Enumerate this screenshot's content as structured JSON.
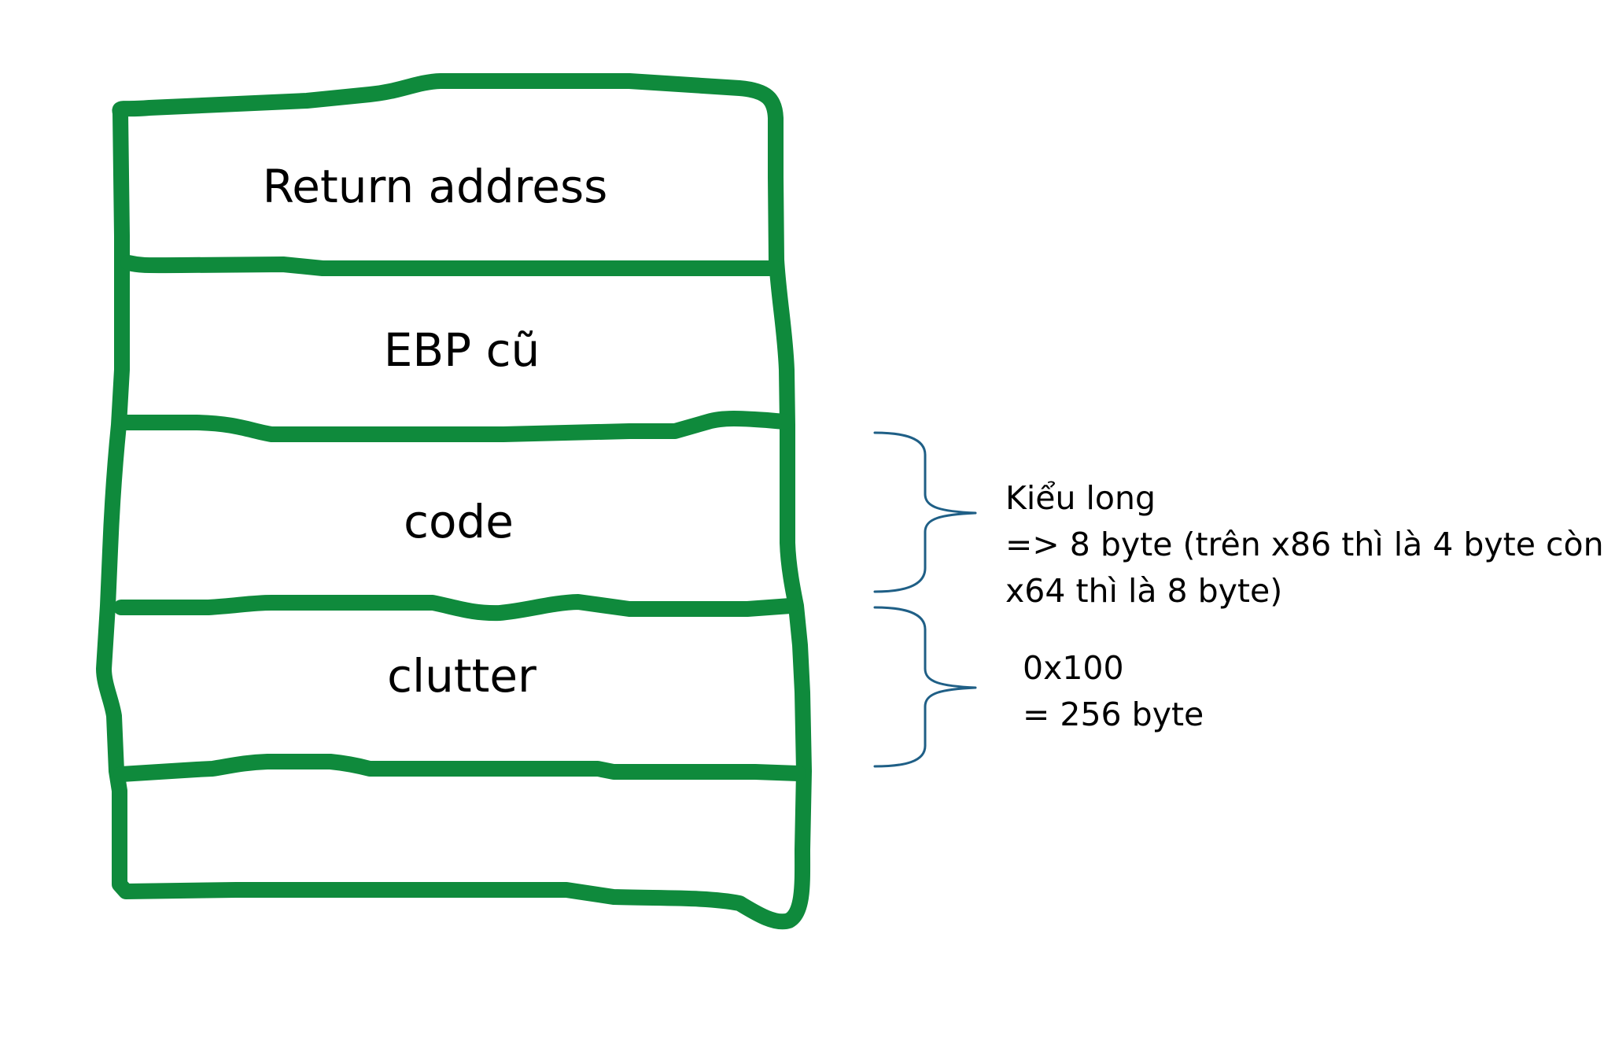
{
  "stack": {
    "slots": [
      "Return address",
      "EBP cũ",
      "code",
      "clutter",
      ""
    ]
  },
  "annotations": {
    "code": [
      "Kiểu long",
      "=> 8 byte (trên x86 thì là 4 byte còn",
      "x64 thì là 8 byte)"
    ],
    "clutter": [
      "0x100",
      "= 256 byte"
    ]
  },
  "colors": {
    "stack_outline": "#0f8a3c",
    "brace": "#1f5f86",
    "text": "#000000",
    "background": "#ffffff"
  }
}
